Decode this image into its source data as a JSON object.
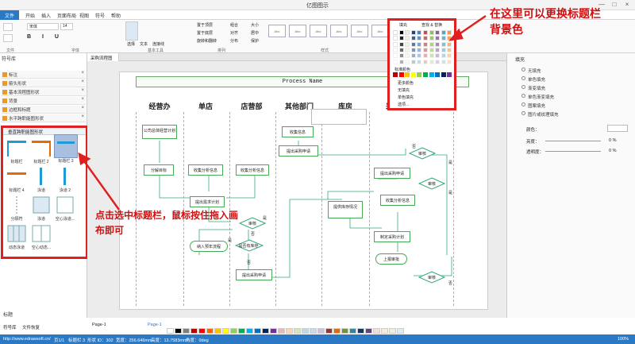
{
  "window": {
    "title": "亿图图示",
    "controls": [
      "—",
      "□",
      "×"
    ]
  },
  "menu": {
    "file": "文件",
    "items": [
      "开始",
      "插入",
      "页面布局",
      "视图",
      "符号",
      "帮助"
    ]
  },
  "ribbon": {
    "groups": [
      "文件",
      "字体",
      "基本工具",
      "排列",
      "样式"
    ],
    "font_name": "宋体",
    "font_size": "14",
    "tools": [
      "选择",
      "文本",
      "连接线"
    ],
    "arrange": [
      "置于顶层",
      "置于底层",
      "旋转和翻转",
      "组合",
      "对齐",
      "分布",
      "大小",
      "居中",
      "保护"
    ],
    "style_swatches": [
      "Abc",
      "Abc",
      "Abc",
      "Abc",
      "Abc",
      "Abc",
      "Abc",
      "Abc"
    ]
  },
  "left_panel": {
    "title": "符号库",
    "libraries": [
      "标注",
      "箭头形状",
      "基本流程图形状",
      "背景",
      "边框和标题",
      "水平跨职能图形状",
      "垂直跨职能图形状"
    ],
    "shapes": [
      "标题栏",
      "标题栏 2",
      "标题栏 3",
      "标题栏 4",
      "泳道",
      "泳道 2",
      "分隔符",
      "泳道",
      "空心泳道...",
      "动态泳道",
      "空心动态..."
    ],
    "bottom_tabs": [
      "符号库",
      "文件恢复"
    ],
    "bottom_item": "标题"
  },
  "document": {
    "tab": "采购流程图",
    "title": "Process Name",
    "lanes": [
      "经营办",
      "单店",
      "店营部",
      "其他部门",
      "库房",
      "采购"
    ],
    "boxes": [
      "公司总体经营计划",
      "分解目标",
      "收集分析信息",
      "收集分析信息",
      "收集信息",
      "提出采购申请",
      "提出需求计划",
      "审核",
      "提出采购申请",
      "审核",
      "提供库存情况",
      "收集分析信息",
      "制定采购计划",
      "上报审批",
      "纳入预年流程",
      "是否有库存",
      "提出采购申请",
      "审核",
      "审核"
    ],
    "labels": [
      "是",
      "否",
      "是",
      "否",
      "是",
      "是",
      "否",
      "否"
    ]
  },
  "fill_popup": {
    "tab_fill": "填充",
    "tab_find": "查找 & 替换",
    "std_colors": "标准颜色",
    "more_colors": "更多颜色",
    "no_fill": "无填充",
    "single_fill": "单色填充",
    "options": "选项...",
    "colors": [
      "#ffffff",
      "#000000",
      "#eeece1",
      "#1f497d",
      "#4f81bd",
      "#c0504d",
      "#9bbb59",
      "#8064a2",
      "#4bacc6",
      "#f79646"
    ],
    "std": [
      "#c00000",
      "#ff0000",
      "#ffc000",
      "#ffff00",
      "#92d050",
      "#00b050",
      "#00b0f0",
      "#0070c0",
      "#002060",
      "#7030a0"
    ]
  },
  "right_panel": {
    "title": "填充",
    "options": [
      "无填充",
      "单色填充",
      "渐变填充",
      "单色渐变填充",
      "图案填充",
      "图片或纹理填充"
    ],
    "color_label": "颜色：",
    "brightness_label": "亮度：",
    "brightness_value": "0 %",
    "transparency_label": "透明度：",
    "transparency_value": "0 %"
  },
  "status": {
    "page_tab": "Page-1",
    "page_tab2": "Page-1",
    "url": "http://www.edrawsoft.cn/",
    "page": "页1/1",
    "shape": "标题栏 3",
    "shape_id": "形状 ID：302",
    "width": "宽度：256.646mm",
    "height": "高度：13.7583mm",
    "angle": "角度：0deg",
    "zoom": "100%"
  },
  "palette": [
    "#ffffff",
    "#000000",
    "#7f7f7f",
    "#c00000",
    "#ff0000",
    "#ff6600",
    "#ffc000",
    "#ffff00",
    "#92d050",
    "#00b050",
    "#00b0f0",
    "#0070c0",
    "#002060",
    "#7030a0",
    "#e6b8b7",
    "#fcd5b4",
    "#d8e4bc",
    "#b7dee8",
    "#c5d9f1",
    "#ccc0da",
    "#963634",
    "#e26b0a",
    "#76933c",
    "#31869b",
    "#16365c",
    "#60497a",
    "#f2dcdb",
    "#fde9d9",
    "#ebf1de",
    "#daeef3"
  ],
  "annotations": {
    "top_right": "在这里可以更换标题栏背景色",
    "left": "点击选中标题栏，鼠标按住拖入画布即可"
  },
  "accent": "#2b78c5",
  "highlight": "#e02020"
}
